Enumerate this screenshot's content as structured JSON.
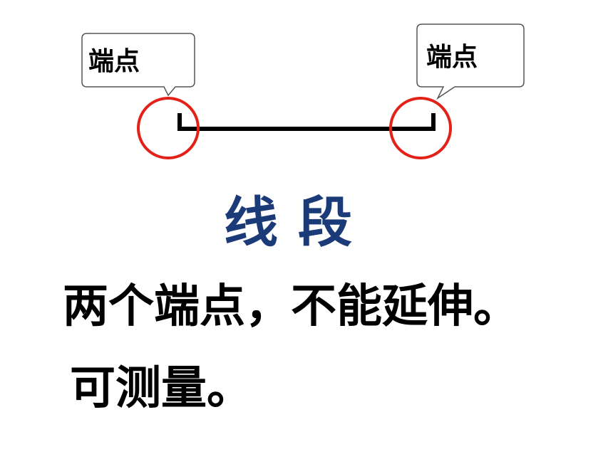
{
  "callouts": {
    "left_label": "端点",
    "right_label": "端点"
  },
  "title": "线段",
  "description": {
    "line1": "两个端点，不能延伸。",
    "line2": "可测量。"
  },
  "colors": {
    "segment": "#000000",
    "endpoint_circle": "#e32119",
    "title": "#1b3a78",
    "callout_border": "#555555",
    "text": "#000000"
  }
}
